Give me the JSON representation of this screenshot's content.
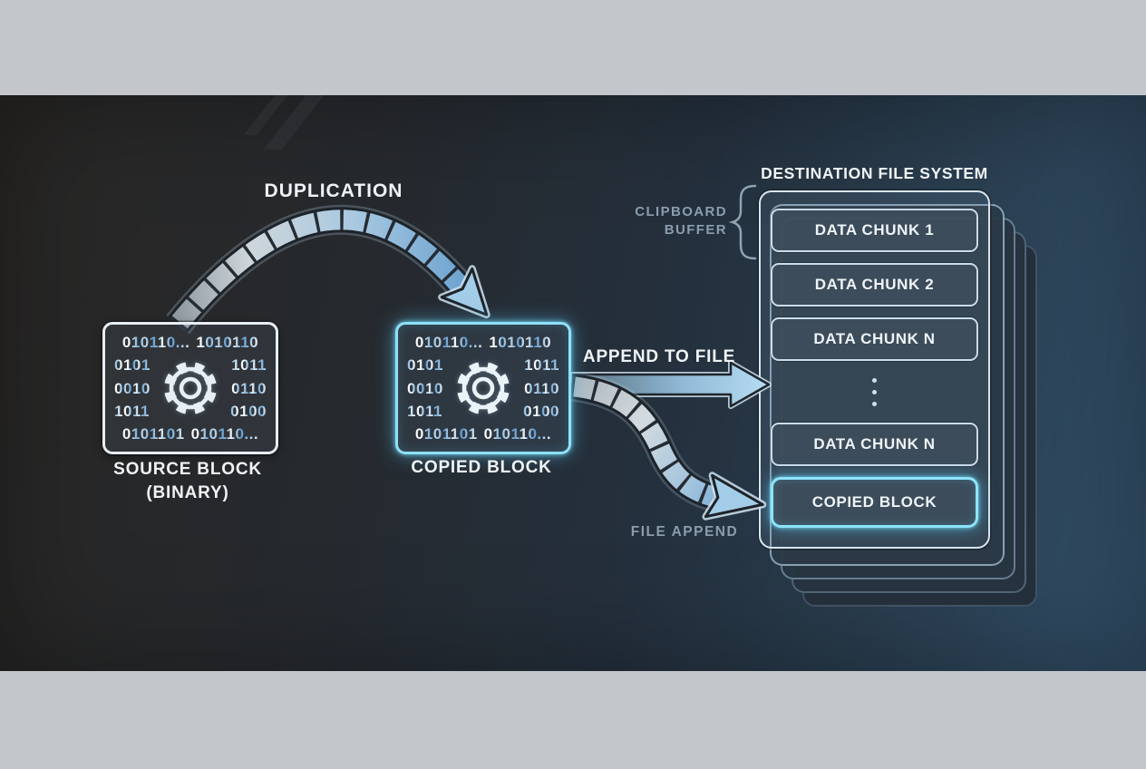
{
  "palette": {
    "frame_gray": "#c3c6ca",
    "canvas_dark_left": "#292725",
    "canvas_blue_right": "#33506a",
    "text_white": "#eff3f6",
    "text_muted": "#8b9dae",
    "binary_blue": "#5e9bce",
    "glow_cyan": "#8ee4fa",
    "border_light": "#d9e5ee"
  },
  "labels": {
    "duplication": "DUPLICATION",
    "append_to_file": "APPEND TO FILE",
    "file_append": "FILE APPEND",
    "clipboard_line1": "CLIPBOARD",
    "clipboard_line2": "BUFFER"
  },
  "source_block": {
    "title": "SOURCE BLOCK",
    "subtitle": "(BINARY)"
  },
  "copied_block": {
    "title": "COPIED BLOCK"
  },
  "binary_rows": [
    {
      "left": "010110...",
      "right": "1010110",
      "full": true
    },
    {
      "left": "0101",
      "right": "1011",
      "full": false
    },
    {
      "left": "0010",
      "right": "0110",
      "full": false
    },
    {
      "left": "1011",
      "right": "0100",
      "full": false
    },
    {
      "left": "0101101",
      "right": "010110...",
      "full": true
    }
  ],
  "destination": {
    "title": "DESTINATION FILE SYSTEM",
    "chunks": [
      "DATA CHUNK 1",
      "DATA CHUNK 2",
      "DATA CHUNK N"
    ],
    "chunk_after_ellipsis": "DATA CHUNK N",
    "copied_chunk": "COPIED BLOCK"
  }
}
